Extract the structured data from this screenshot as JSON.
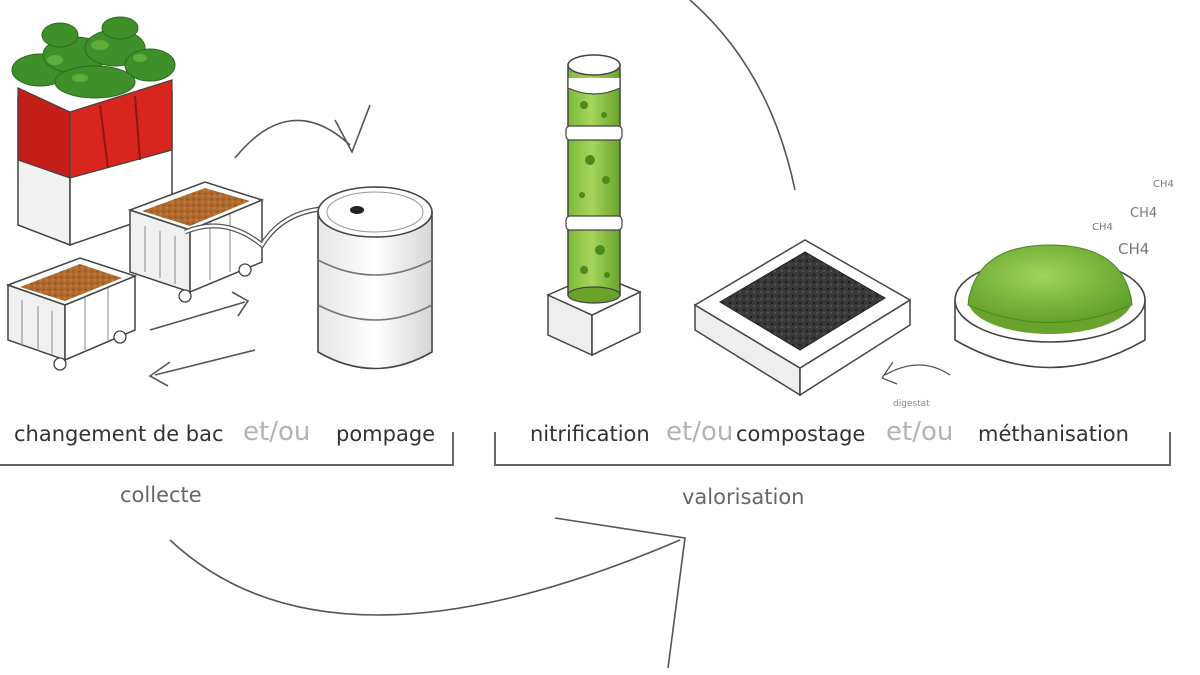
{
  "labels": {
    "changement_de_bac": "changement de bac",
    "et_ou_1": "et/ou",
    "pompage": "pompage",
    "nitrification": "nitrification",
    "et_ou_2": "et/ou",
    "compostage": "compostage",
    "et_ou_3": "et/ou",
    "methanisation": "méthanisation",
    "digestat": "digestat"
  },
  "groups": {
    "collecte": "collecte",
    "valorisation": "valorisation"
  },
  "gas": [
    "CH4",
    "CH4",
    "CH4",
    "CH4"
  ],
  "colors": {
    "bin_red": "#d8261f",
    "plant_green": "#3f8f2a",
    "tube_green": "#8cc63f",
    "dome_green": "#7ab83a",
    "soil_brown": "#a8612b",
    "compost_dark": "#2e2e2e",
    "arrow_gray": "#555555",
    "separator_gray": "#b3b3b3"
  }
}
